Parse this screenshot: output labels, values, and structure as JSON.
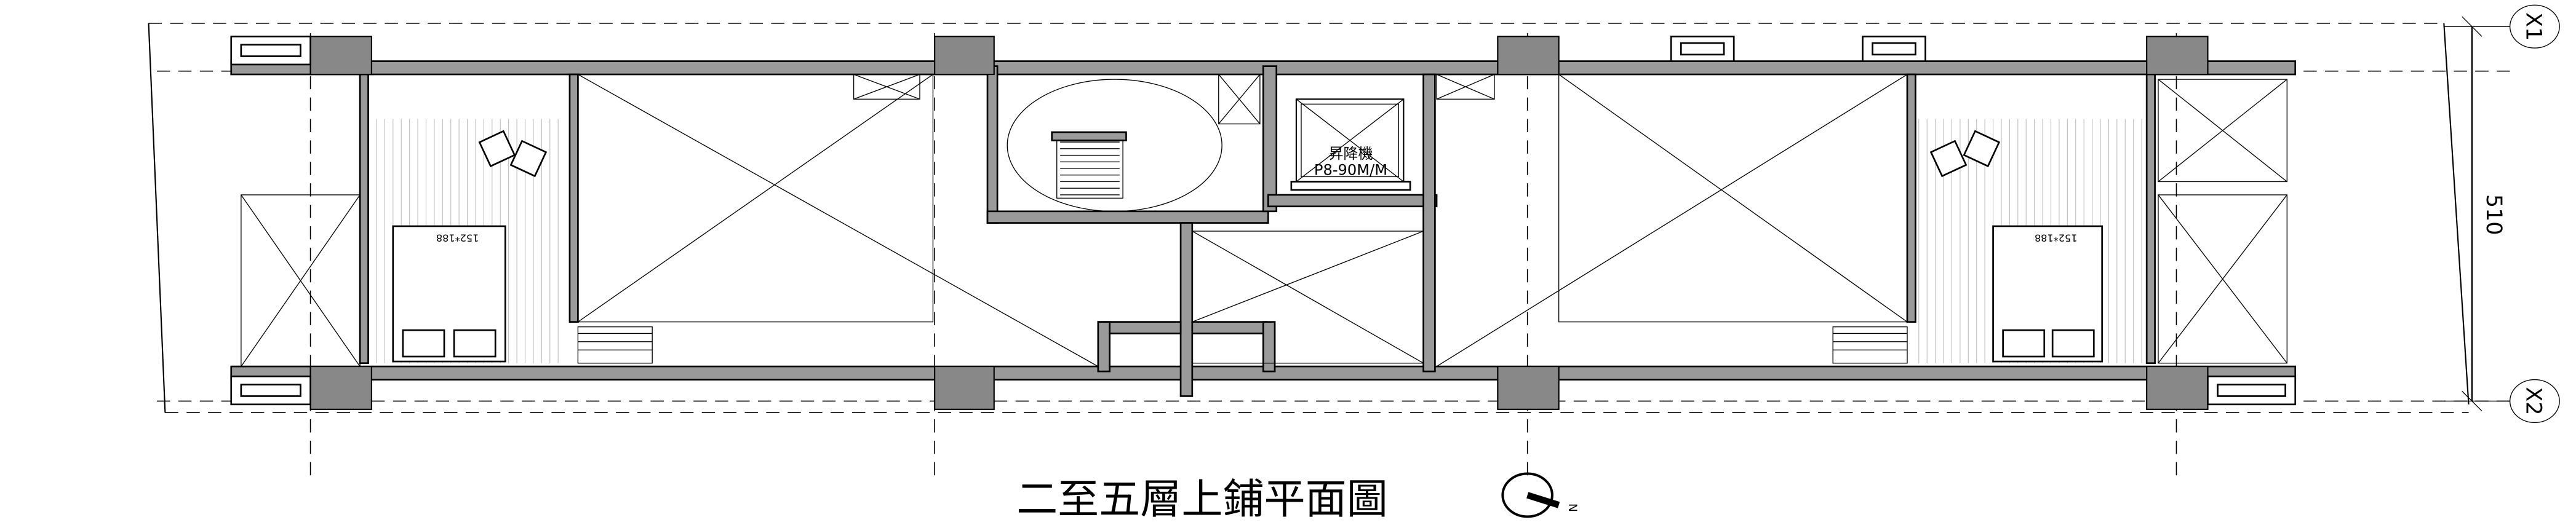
{
  "title": "二至五層上鋪平面圖",
  "north_label": "N",
  "grid": {
    "top": "X1",
    "bottom": "X2"
  },
  "dimension": "510",
  "elevator": {
    "name": "昇降機",
    "spec": "P8-90M/M"
  },
  "beds": [
    {
      "size": "152*188"
    },
    {
      "size": "152*188"
    }
  ],
  "colors": {
    "wall": "#9a9a9a",
    "column": "#888888",
    "line": "#000000"
  }
}
